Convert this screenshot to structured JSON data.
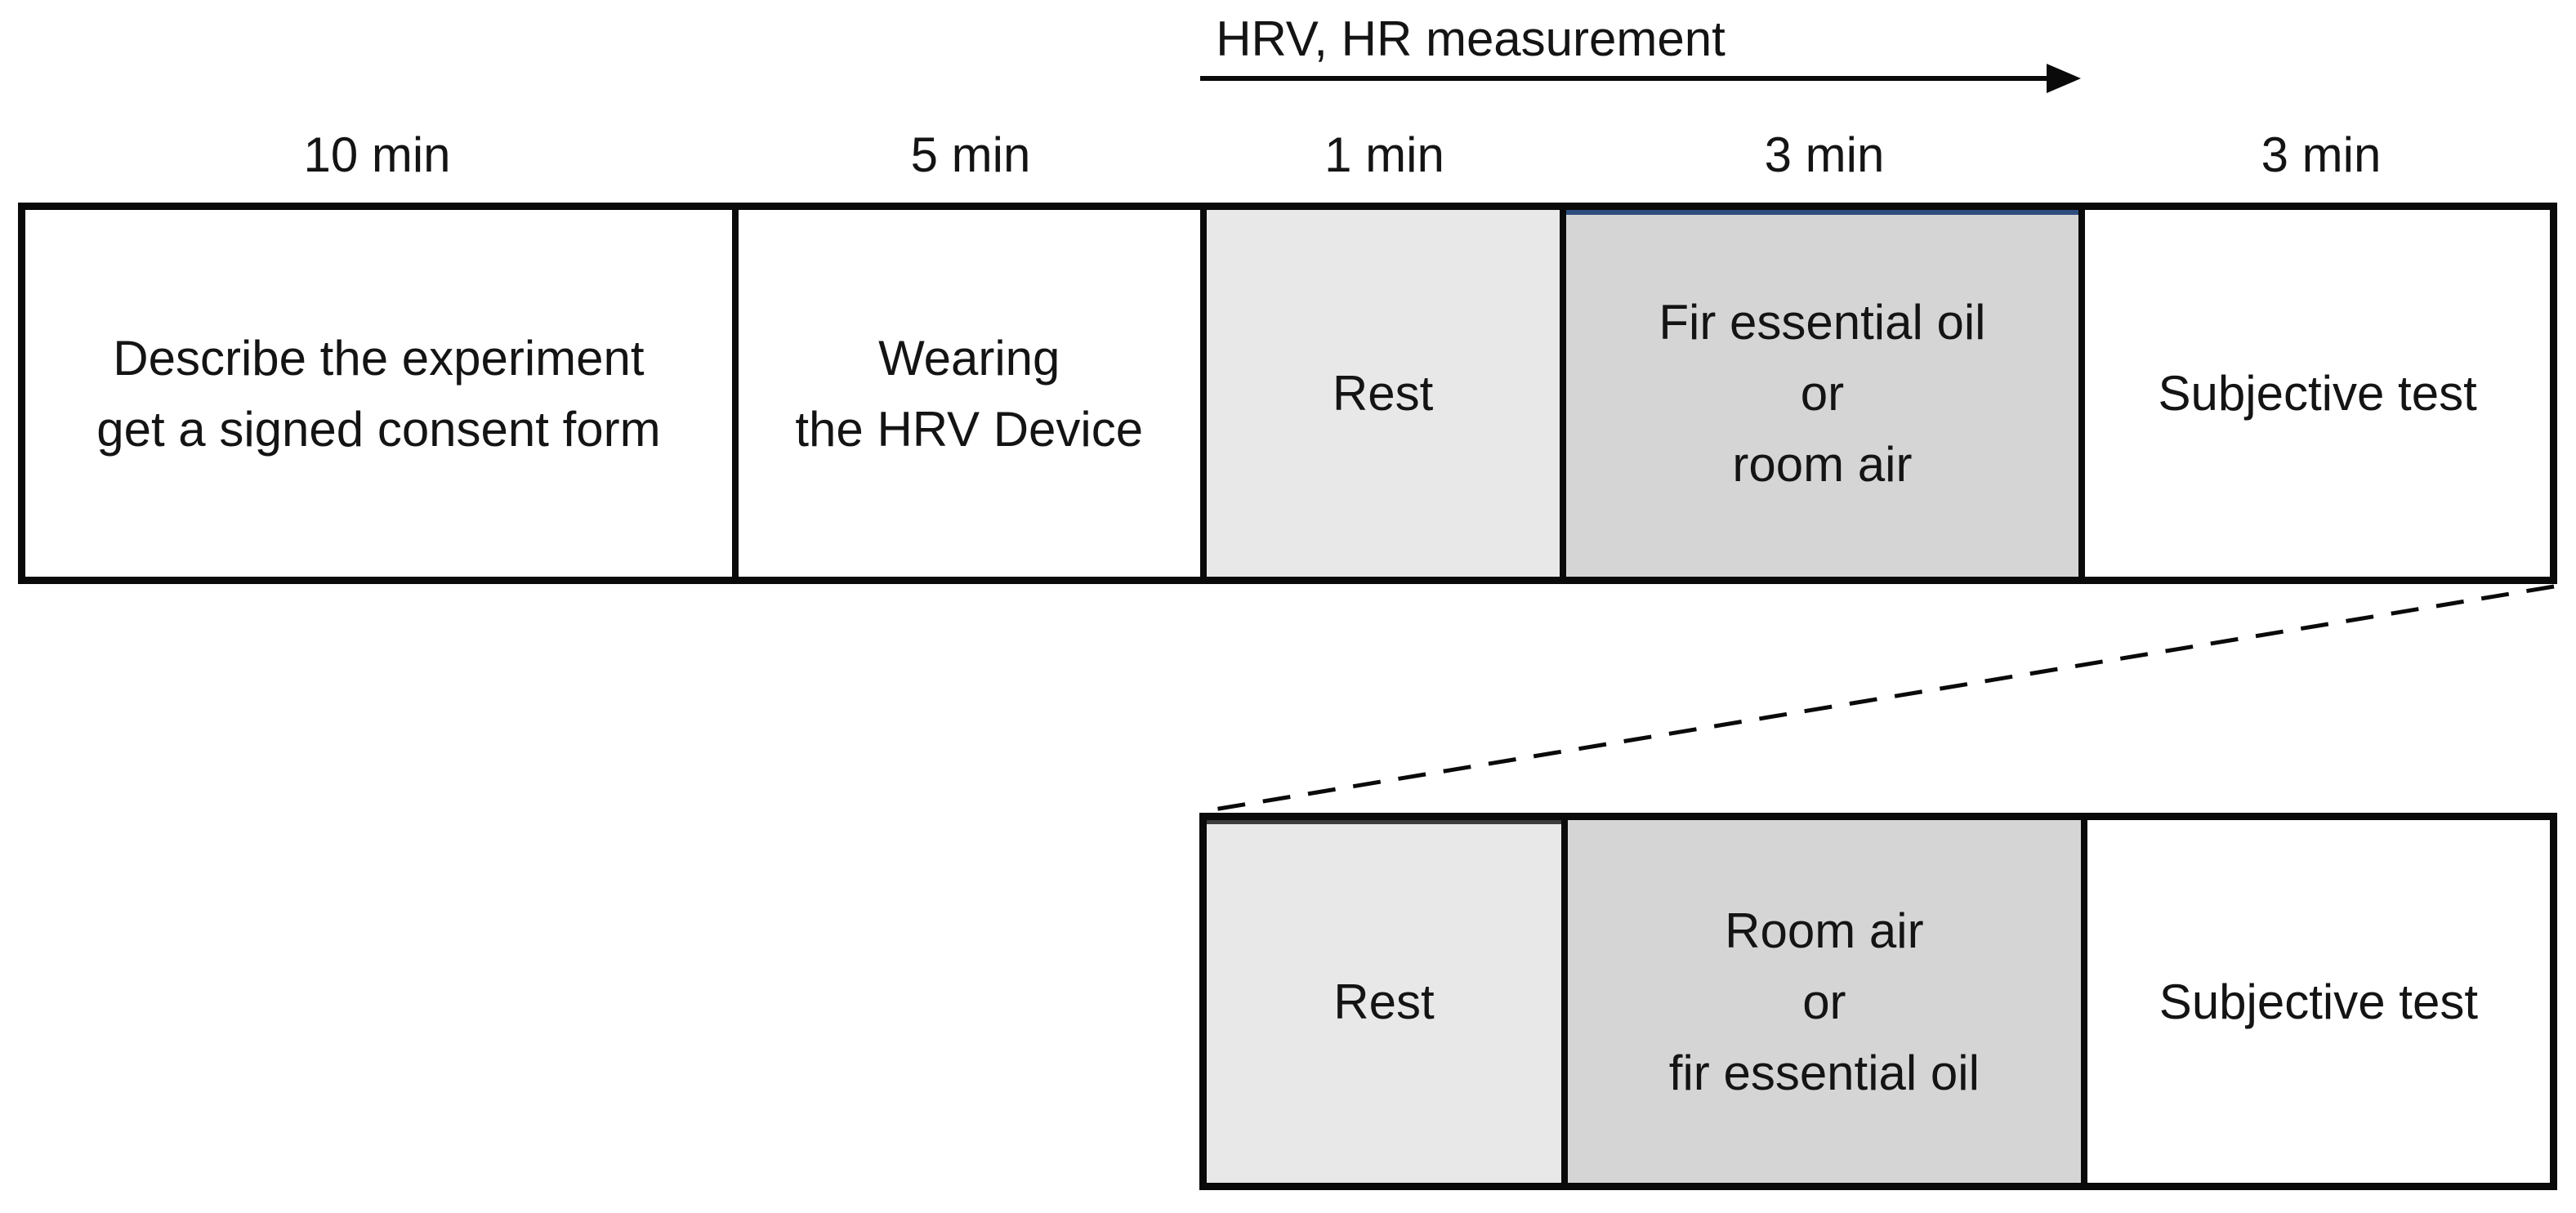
{
  "measurement": {
    "label": "HRV, HR measurement"
  },
  "durations": [
    "10 min",
    "5 min",
    "1 min",
    "3 min",
    "3 min"
  ],
  "session1": {
    "steps": [
      {
        "label": "Describe the experiment\nget a signed consent form"
      },
      {
        "label": "Wearing\nthe HRV Device"
      },
      {
        "label": "Rest"
      },
      {
        "label": "Fir essential oil\nor\nroom air"
      },
      {
        "label": "Subjective test"
      }
    ]
  },
  "session2": {
    "steps": [
      {
        "label": "Rest"
      },
      {
        "label": "Room air\nor\nfir essential oil"
      },
      {
        "label": "Subjective test"
      }
    ]
  },
  "colors": {
    "rest_fill": "#e8e8e8",
    "exposure_fill": "#d5d5d5",
    "exposure_accent": "#2f4e7e",
    "rest_accent": "#3c3c3c",
    "line": "#0a0a0a",
    "background": "#ffffff"
  }
}
